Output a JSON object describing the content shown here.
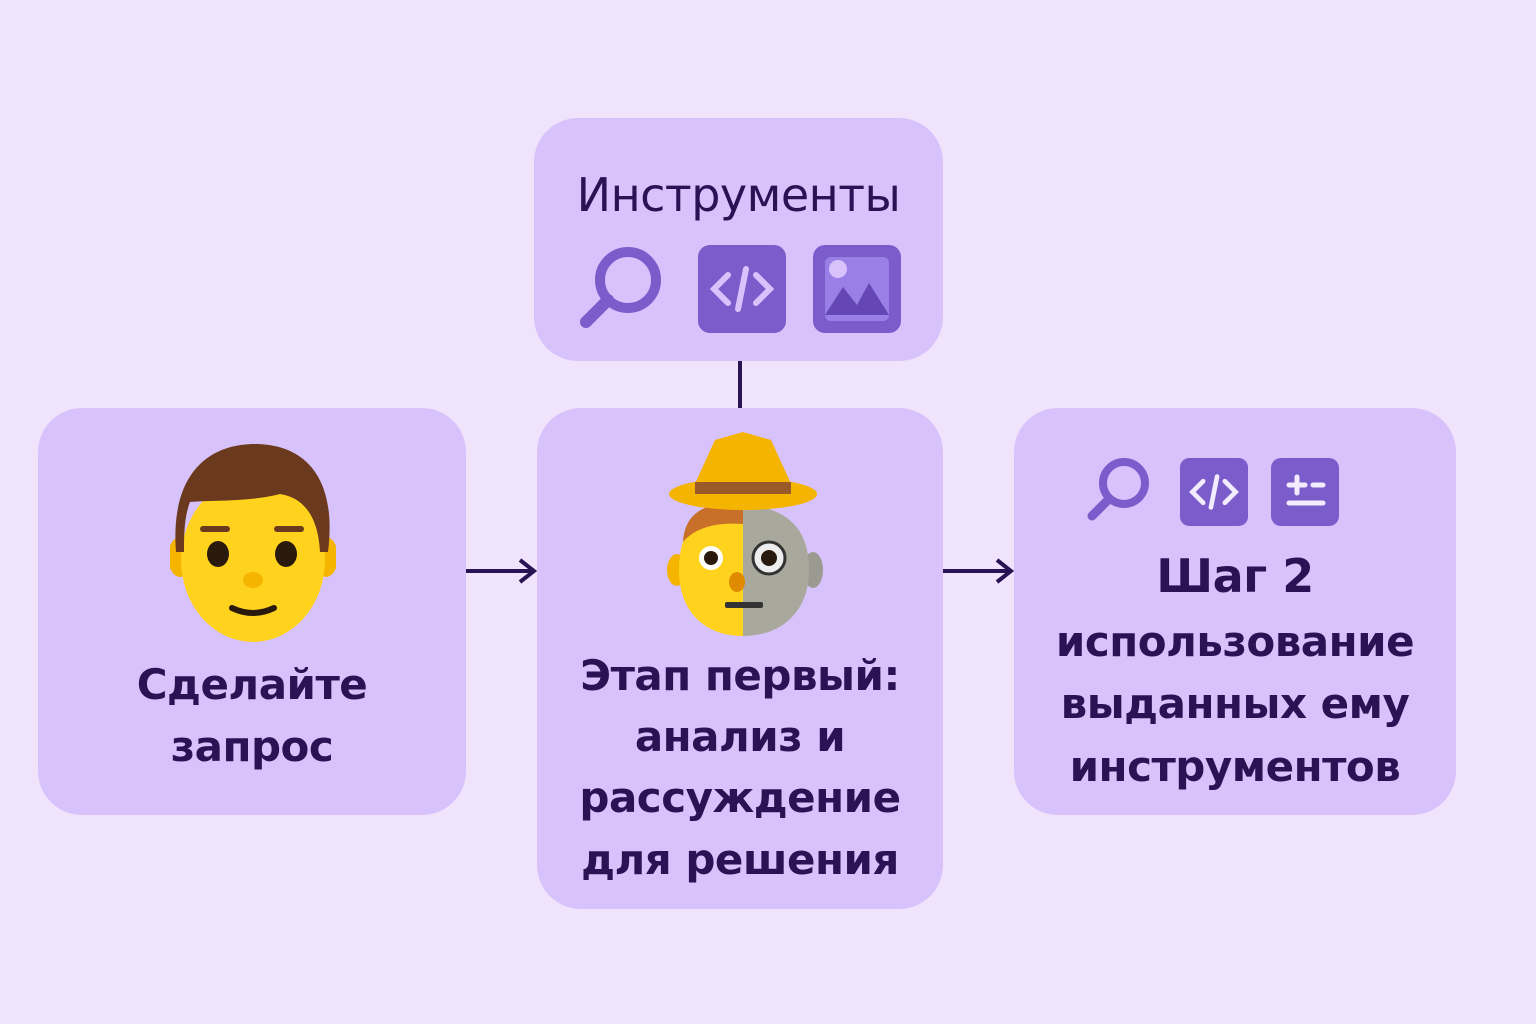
{
  "tools": {
    "title": "Инструменты",
    "icons": [
      "search-icon",
      "code-icon",
      "image-icon"
    ]
  },
  "request": {
    "lines": [
      "Сделайте",
      "запрос"
    ],
    "emoji": "man-face"
  },
  "stage1": {
    "lines": [
      "Этап первый:",
      "анализ и",
      "рассуждение",
      "для решения"
    ],
    "emoji": "half-human-half-robot-face-with-hat"
  },
  "step2": {
    "title": "Шаг 2",
    "lines": [
      "использование",
      "выданных ему",
      "инструментов"
    ],
    "icons": [
      "search-icon",
      "code-icon",
      "plus-minus-icon"
    ]
  },
  "colors": {
    "background": "#EFE4FC",
    "box": "#D8C2FB",
    "icon": "#7A5CCB",
    "text": "#2A1355"
  }
}
